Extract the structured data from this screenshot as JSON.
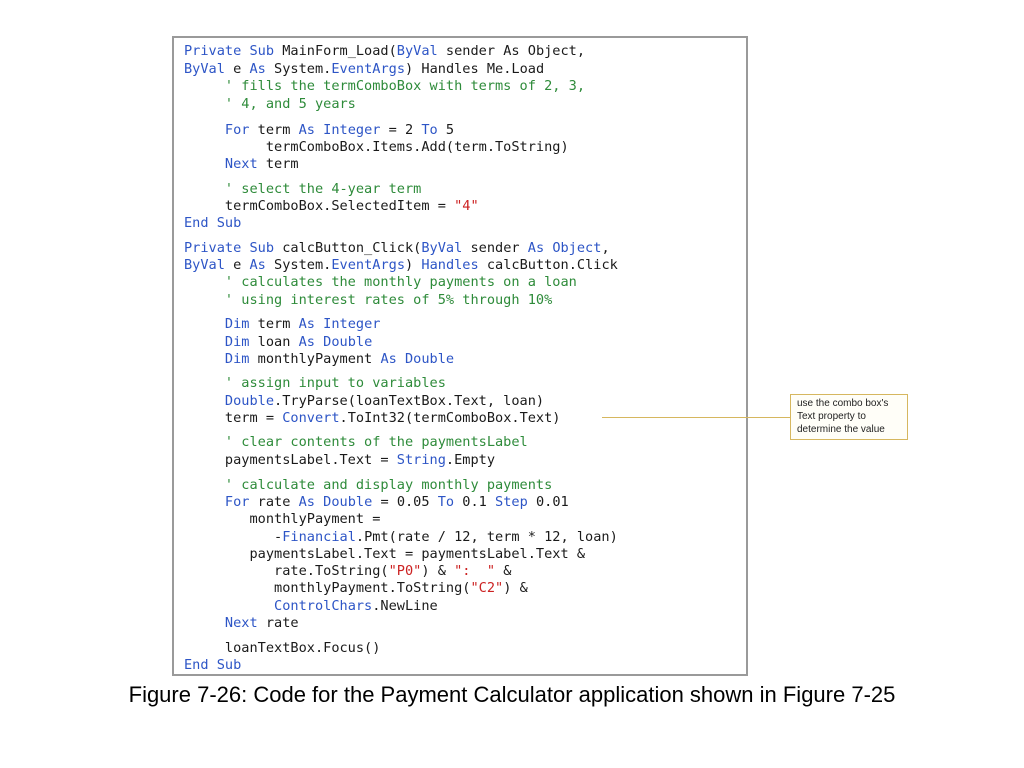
{
  "code_lines": [
    {
      "segs": [
        [
          "Private Sub ",
          "kw"
        ],
        [
          "MainForm_Load(",
          ""
        ],
        [
          "ByVal",
          "kw"
        ],
        [
          " sender ",
          ""
        ],
        [
          "As Object",
          ""
        ],
        [
          ",",
          ""
        ]
      ]
    },
    {
      "segs": [
        [
          "ByVal",
          "kw"
        ],
        [
          " e ",
          ""
        ],
        [
          "As",
          "kw"
        ],
        [
          " System.",
          ""
        ],
        [
          "EventArgs",
          "kw"
        ],
        [
          ") ",
          ""
        ],
        [
          "Handles Me",
          ""
        ],
        [
          ".Load",
          ""
        ]
      ]
    },
    {
      "segs": [
        [
          "     ' fills the termComboBox with terms of 2, 3,",
          "cm"
        ]
      ]
    },
    {
      "segs": [
        [
          "     ' 4, and 5 years",
          "cm"
        ]
      ]
    },
    {
      "segs": [
        [
          "     ",
          ""
        ],
        [
          "For",
          "kw"
        ],
        [
          " term ",
          ""
        ],
        [
          "As Integer",
          "kw"
        ],
        [
          " = 2 ",
          ""
        ],
        [
          "To",
          "kw"
        ],
        [
          " 5",
          ""
        ]
      ]
    },
    {
      "segs": [
        [
          "          termComboBox.Items.Add(term.ToString)",
          ""
        ]
      ]
    },
    {
      "segs": [
        [
          "     ",
          ""
        ],
        [
          "Next",
          "kw"
        ],
        [
          " term",
          ""
        ]
      ]
    },
    {
      "segs": [
        [
          "     ' select the 4-year term",
          "cm"
        ]
      ]
    },
    {
      "segs": [
        [
          "     termComboBox.SelectedItem = ",
          ""
        ],
        [
          "\"4\"",
          "st"
        ]
      ]
    },
    {
      "segs": [
        [
          "End Sub",
          "kw"
        ]
      ]
    },
    {
      "segs": [
        [
          "Private Sub",
          "kw"
        ],
        [
          " calcButton_Click(",
          ""
        ],
        [
          "ByVal",
          "kw"
        ],
        [
          " sender ",
          ""
        ],
        [
          "As Object",
          "kw"
        ],
        [
          ",",
          ""
        ]
      ]
    },
    {
      "segs": [
        [
          "ByVal",
          "kw"
        ],
        [
          " e ",
          ""
        ],
        [
          "As",
          "kw"
        ],
        [
          " System.",
          ""
        ],
        [
          "EventArgs",
          "kw"
        ],
        [
          ") ",
          ""
        ],
        [
          "Handles",
          "kw"
        ],
        [
          " calcButton.Click",
          ""
        ]
      ]
    },
    {
      "segs": [
        [
          "     ' calculates the monthly payments on a loan",
          "cm"
        ]
      ]
    },
    {
      "segs": [
        [
          "     ' using interest rates of 5% through 10%",
          "cm"
        ]
      ]
    },
    {
      "segs": [
        [
          "     ",
          ""
        ],
        [
          "Dim",
          "kw"
        ],
        [
          " term ",
          ""
        ],
        [
          "As Integer",
          "kw"
        ]
      ]
    },
    {
      "segs": [
        [
          "     ",
          ""
        ],
        [
          "Dim",
          "kw"
        ],
        [
          " loan ",
          ""
        ],
        [
          "As Double",
          "kw"
        ]
      ]
    },
    {
      "segs": [
        [
          "     ",
          ""
        ],
        [
          "Dim",
          "kw"
        ],
        [
          " monthlyPayment ",
          ""
        ],
        [
          "As Double",
          "kw"
        ]
      ]
    },
    {
      "segs": [
        [
          "     ' assign input to variables",
          "cm"
        ]
      ]
    },
    {
      "segs": [
        [
          "     ",
          ""
        ],
        [
          "Double",
          "kw"
        ],
        [
          ".TryParse(loanTextBox.Text, loan)",
          ""
        ]
      ]
    },
    {
      "segs": [
        [
          "     term = ",
          ""
        ],
        [
          "Convert",
          "kw"
        ],
        [
          ".ToInt32(termComboBox.Text)",
          ""
        ]
      ]
    },
    {
      "segs": [
        [
          "     ' clear contents of the paymentsLabel",
          "cm"
        ]
      ]
    },
    {
      "segs": [
        [
          "     paymentsLabel.Text = ",
          ""
        ],
        [
          "String",
          "kw"
        ],
        [
          ".Empty",
          ""
        ]
      ]
    },
    {
      "segs": [
        [
          "     ' calculate and display monthly payments",
          "cm"
        ]
      ]
    },
    {
      "segs": [
        [
          "     ",
          ""
        ],
        [
          "For",
          "kw"
        ],
        [
          " rate ",
          ""
        ],
        [
          "As Double",
          "kw"
        ],
        [
          " = 0.05 ",
          ""
        ],
        [
          "To",
          "kw"
        ],
        [
          " 0.1 ",
          ""
        ],
        [
          "Step",
          "kw"
        ],
        [
          " 0.01",
          ""
        ]
      ]
    },
    {
      "segs": [
        [
          "        monthlyPayment =",
          ""
        ]
      ]
    },
    {
      "segs": [
        [
          "           -",
          ""
        ],
        [
          "Financial",
          "kw"
        ],
        [
          ".Pmt(rate / 12, term * 12, loan)",
          ""
        ]
      ]
    },
    {
      "segs": [
        [
          "        paymentsLabel.Text = paymentsLabel.Text &",
          ""
        ]
      ]
    },
    {
      "segs": [
        [
          "           rate.ToString(",
          ""
        ],
        [
          "\"P0\"",
          "st"
        ],
        [
          ") & ",
          ""
        ],
        [
          "\":  \"",
          "st"
        ],
        [
          " &",
          ""
        ]
      ]
    },
    {
      "segs": [
        [
          "           monthlyPayment.ToString(",
          ""
        ],
        [
          "\"C2\"",
          "st"
        ],
        [
          ") &",
          ""
        ]
      ]
    },
    {
      "segs": [
        [
          "           ",
          ""
        ],
        [
          "ControlChars",
          "kw"
        ],
        [
          ".NewLine",
          ""
        ]
      ]
    },
    {
      "segs": [
        [
          "     ",
          ""
        ],
        [
          "Next",
          "kw"
        ],
        [
          " rate",
          ""
        ]
      ]
    },
    {
      "segs": [
        [
          "     loanTextBox.Focus()",
          ""
        ]
      ]
    },
    {
      "segs": [
        [
          "End Sub",
          "kw"
        ]
      ]
    }
  ],
  "callout": {
    "line1": "use the combo box's",
    "line2": "Text property to",
    "line3": "determine the value"
  },
  "caption": "Figure 7-26: Code for the Payment Calculator application shown in Figure 7-25",
  "colors": {
    "keyword": "#2d55c6",
    "comment": "#2e8b3a",
    "string": "#cc2222",
    "callout_border": "#d6b75f"
  }
}
